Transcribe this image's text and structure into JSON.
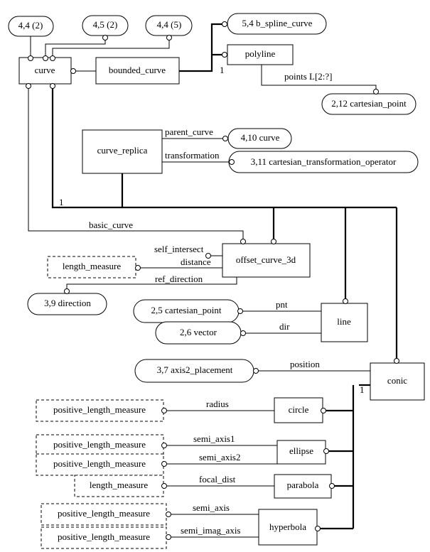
{
  "entities": {
    "curve": "curve",
    "bounded_curve": "bounded_curve",
    "polyline": "polyline",
    "curve_replica": "curve_replica",
    "offset_curve_3d": "offset_curve_3d",
    "line": "line",
    "conic": "conic",
    "circle": "circle",
    "ellipse": "ellipse",
    "parabola": "parabola",
    "hyperbola": "hyperbola"
  },
  "references": {
    "r44_2": "4,4 (2)",
    "r45_2": "4,5 (2)",
    "r44_5": "4,4 (5)",
    "b_spline_curve": "5,4 b_spline_curve",
    "cartesian_point_212": "2,12 cartesian_point",
    "curve_410": "4,10 curve",
    "cto_311": "3,11 cartesian_transformation_operator",
    "direction_39": "3,9 direction",
    "cartesian_point_25": "2,5 cartesian_point",
    "vector_26": "2,6 vector",
    "axis2_placement_37": "3,7 axis2_placement"
  },
  "types": {
    "length_measure": "length_measure",
    "positive_length_measure": "positive_length_measure"
  },
  "attributes": {
    "points": "points L[2:?]",
    "parent_curve": "parent_curve",
    "transformation": "transformation",
    "basic_curve": "basic_curve",
    "self_intersect": "self_intersect",
    "distance": "distance",
    "ref_direction": "ref_direction",
    "pnt": "pnt",
    "dir": "dir",
    "position": "position",
    "radius": "radius",
    "semi_axis1": "semi_axis1",
    "semi_axis2": "semi_axis2",
    "focal_dist": "focal_dist",
    "semi_axis": "semi_axis",
    "semi_imag_axis": "semi_imag_axis"
  },
  "markers": {
    "one": "1"
  }
}
